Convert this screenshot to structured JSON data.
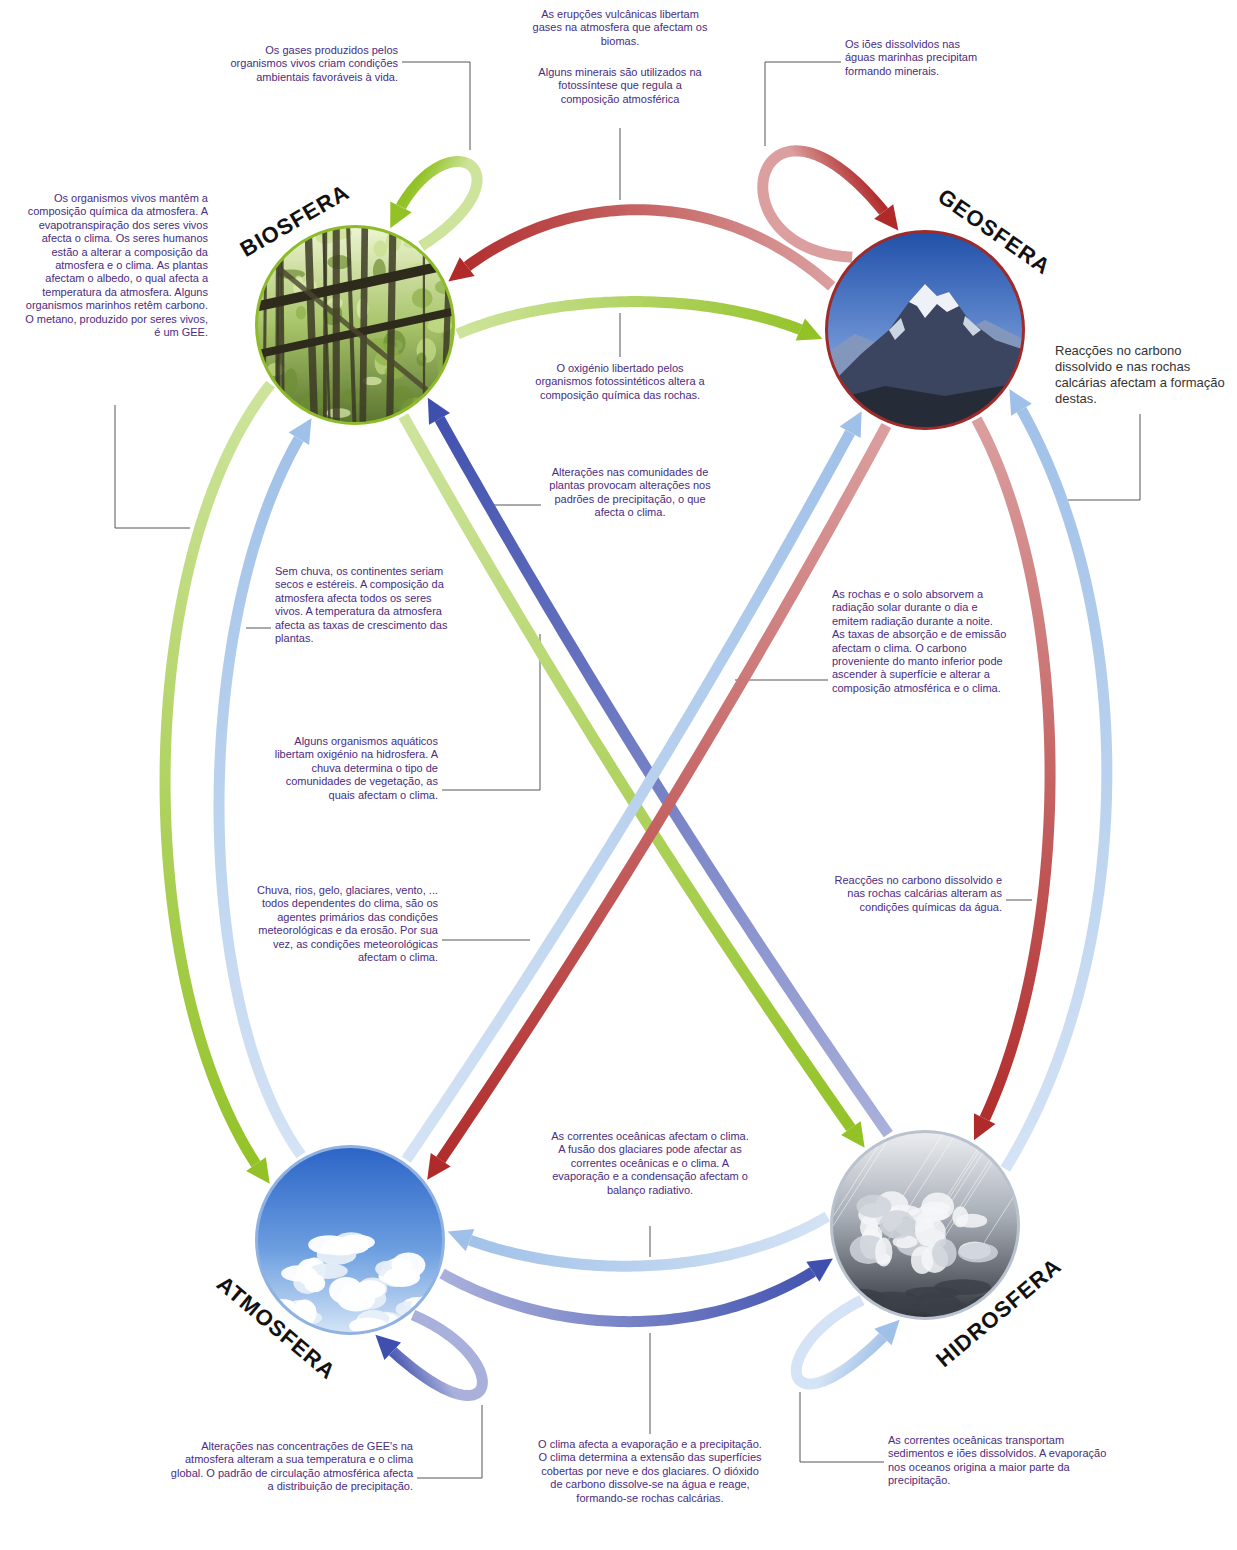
{
  "diagram": {
    "nodes": [
      {
        "text": [
          "BIOSFERA"
        ]
      },
      {
        "text": [
          "GEOSFERA"
        ]
      },
      {
        "text": [
          "ATMOSFERA"
        ]
      },
      {
        "text": [
          "HIDROSFERA"
        ]
      }
    ],
    "edges": [
      {
        "from": 0,
        "to": 0,
        "arrow": "to"
      },
      {
        "from": 1,
        "to": 1,
        "arrow": "to"
      },
      {
        "from": 1,
        "to": 0,
        "arrow": "to"
      },
      {
        "from": 0,
        "to": 1,
        "arrow": "to"
      },
      {
        "from": 0,
        "to": 2,
        "arrow": "to"
      },
      {
        "from": 2,
        "to": 0,
        "arrow": "to"
      },
      {
        "from": 0,
        "to": 3,
        "arrow": "to"
      },
      {
        "from": 3,
        "to": 0,
        "arrow": "to"
      },
      {
        "from": 2,
        "to": 1,
        "arrow": "to"
      },
      {
        "from": 1,
        "to": 2,
        "arrow": "to"
      },
      {
        "from": 1,
        "to": 3,
        "arrow": "to"
      },
      {
        "from": 3,
        "to": 1,
        "arrow": "to"
      },
      {
        "from": 3,
        "to": 2,
        "arrow": "to"
      },
      {
        "from": 2,
        "to": 3,
        "arrow": "to"
      },
      {
        "from": 2,
        "to": 2,
        "arrow": "to"
      },
      {
        "from": 3,
        "to": 3,
        "arrow": "to"
      }
    ],
    "labels": [
      "Os gases produzidos pelos organismos vivos criam condições ambientais favoráveis à vida.",
      "As erupções vulcânicas libertam gases na atmosfera que afectam os biomas.",
      "Alguns minerais são utilizados na fotossíntese que regula a composição atmosférica",
      "Os iões dissolvidos nas águas marinhas precipitam formando minerais.",
      "Os organismos vivos mantêm a composição química da atmosfera. A evapotranspiração dos seres vivos afecta o clima. Os seres humanos estão a alterar a composição da atmosfera e o clima. As plantas afectam o albedo, o qual afecta a temperatura da atmosfera. Alguns organismos marinhos retêm carbono. O metano, produzido por seres vivos, é um GEE.",
      "O oxigénio libertado pelos organismos fotossintéticos altera a composição química das rochas.",
      "Reacções no carbono dissolvido e nas rochas calcárias afectam a formação destas.",
      "Alterações nas comunidades de plantas provocam alterações nos padrões de precipitação, o que afecta o clima.",
      "Sem chuva, os continentes seriam secos e estéreis. A composição da atmosfera afecta todos os seres vivos. A temperatura da atmosfera afecta as taxas de crescimento das plantas.",
      "As rochas e o solo absorvem a radiação solar durante o dia e emitem radiação durante a noite. As taxas de absorção e de emissão afectam o clima. O carbono proveniente do manto inferior pode ascender à superfície e alterar a composição atmosférica e o clima.",
      "Alguns organismos aquáticos libertam oxigénio na hidrosfera. A chuva determina o tipo de comunidades de vegetação, as quais afectam o clima.",
      "Chuva, rios, gelo, glaciares, vento, ... todos dependentes do clima, são os agentes primários das condições meteorológicas e da erosão. Por sua vez, as condições meteorológicas afectam o clima.",
      "Reacções no carbono dissolvido e nas rochas calcárias alteram as condições químicas da água.",
      "As correntes oceânicas afectam o clima. A fusão dos glaciares pode afectar as correntes oceânicas e o clima. A evaporação e a condensação afectam o balanço radiativo.",
      "Alterações nas concentrações de GEE's na atmosfera alteram a sua temperatura e o clima global. O padrão de circulação atmosférica afecta a distribuição de precipitação.",
      "O clima afecta a evaporação e a precipitação. O clima determina a extensão das superfícies cobertas por neve e dos glaciares. O dióxido de carbono dissolve-se na água e reage, formando-se rochas calcárias.",
      "As correntes oceânicas transportam sedimentos e iões dissolvidos. A evaporação nos oceanos origina a maior parte da precipitação."
    ]
  }
}
